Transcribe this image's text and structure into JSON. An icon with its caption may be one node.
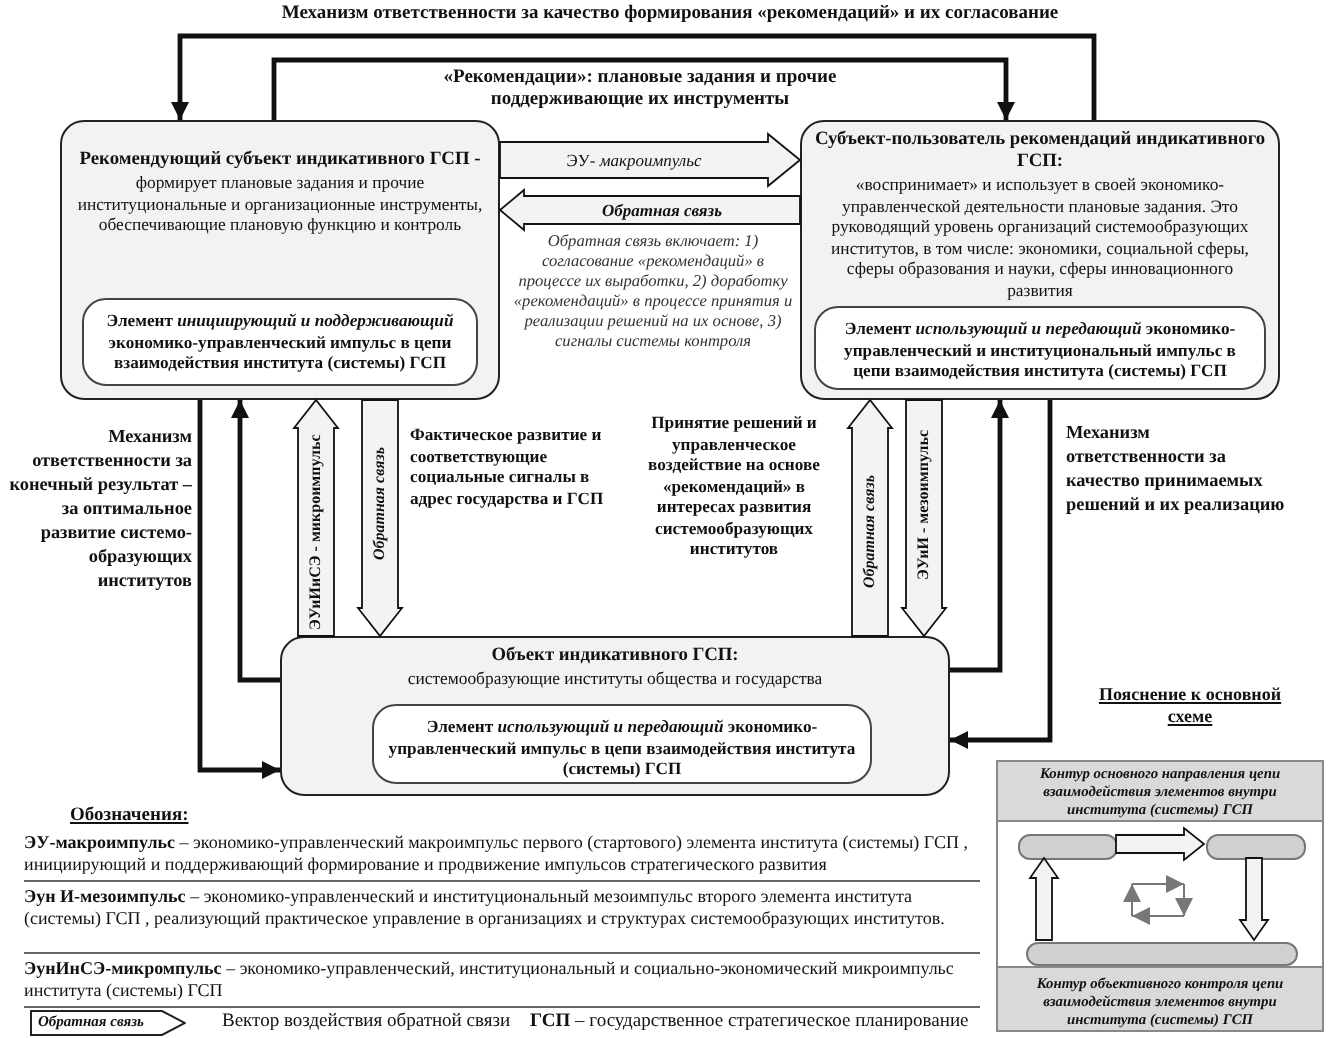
{
  "diagram": {
    "nodes": [
      {
        "text": [
          "Рекомендующий субъект индикативного ГСП -",
          "формирует плановые задания и прочие институциональные и организационные инструменты, обеспечивающие плановую функцию и контроль"
        ]
      },
      {
        "text": [
          "Элемент *инициирующий и поддерживающий* экономико-управленческий импульс в цепи взаимодействия института (системы) ГСП"
        ],
        "in": 0
      },
      {
        "text": [
          "Субъект-пользователь рекомендаций индикативного ГСП:",
          "«воспринимает» и использует в своей экономико-управленческой деятельности плановые задания. Это руководящий уровень организаций системообразующих институтов, в том числе: экономики, социальной сферы, сферы образования и науки, сферы инновационного развития"
        ]
      },
      {
        "text": [
          "Элемент *использующий и передающий* экономико-управленческий и институциональный импульс в цепи взаимодействия института (системы) ГСП"
        ],
        "in": 2
      },
      {
        "text": [
          "Объект индикативного ГСП:",
          "системообразующие институты общества и государства"
        ]
      },
      {
        "text": [
          "Элемент *использующий и передающий* экономико-управленческий импульс в цепи взаимодействия института (системы) ГСП"
        ],
        "in": 4
      },
      {
        "text": [
          "Обратная связь"
        ],
        "beside": [
          "Вектор воздействия обратной связи"
        ]
      },
      {
        "text": [
          "Контур основного направления цепи взаимодействия элементов внутри института (системы) ГСП",
          "Контур объективного контроля цепи взаимодействия элементов внутри института (системы) ГСП"
        ]
      },
      {
        "text": [],
        "shape": "box",
        "in": 7
      },
      {
        "text": [],
        "shape": "box",
        "in": 7
      },
      {
        "text": [],
        "shape": "box",
        "in": 7
      }
    ],
    "edges": [
      {
        "from": 2,
        "to": 0,
        "arrow": "to",
        "label": "Механизм ответственности за качество формирования «рекомендаций» и их согласование"
      },
      {
        "from": 0,
        "to": 2,
        "arrow": "to",
        "label": "«Рекомендации»: плановые задания и прочие поддерживающие их инструменты"
      },
      {
        "from": 0,
        "to": 2,
        "arrow": "to",
        "label": "ЭУ- *макроимпульс*"
      },
      {
        "from": 2,
        "to": 0,
        "arrow": "to",
        "label": "Обратная связь"
      },
      {
        "from": 0,
        "to": 4,
        "arrow": "to",
        "label": "Механизм ответственности за конечный результат – за оптимальное развитие системо-образующих институтов"
      },
      {
        "from": 4,
        "to": 0,
        "arrow": "to"
      },
      {
        "from": 4,
        "to": 0,
        "arrow": "to",
        "label": "ЭУиИиСЭ - микроимпульс"
      },
      {
        "from": 0,
        "to": 4,
        "arrow": "to",
        "label": "Обратная связь"
      },
      {
        "from": 4,
        "to": 2,
        "arrow": "to",
        "label": "Обратная связь"
      },
      {
        "from": 2,
        "to": 4,
        "arrow": "to",
        "label": "ЭУиИ - мезоимпульс"
      },
      {
        "from": 2,
        "to": 4,
        "arrow": "to",
        "label": "Механизм ответственности за качество принимаемых решений и их реализацию"
      },
      {
        "from": 4,
        "to": 2,
        "arrow": "to"
      },
      {
        "from": 8,
        "to": 9,
        "arrow": "to"
      },
      {
        "from": 9,
        "to": 10,
        "arrow": "to"
      },
      {
        "from": 10,
        "to": 8,
        "arrow": "to"
      }
    ],
    "labels": [
      "Обратная связь включает: 1) согласование «рекомендаций» в процессе их выработки, 2) доработку «рекомендаций» в процессе принятия и реализации решений на их основе, 3) сигналы системы контроля",
      "Фактическое развитие и соответствующие социальные сигналы в адрес государства и ГСП",
      "Принятие решений и управленческое воздействие на основе «рекомендаций» в интересах развития системообразующих институтов",
      "Пояснение к основной схеме",
      "Обозначения:",
      "**ЭУ-макроимпульс** – экономико-управленческий макроимпульс первого (стартового) элемента института (системы) ГСП , инициирующий и поддерживающий формирование и продвижение импульсов стратегического развития",
      "**Эун И-мезоимпульс** – экономико-управленческий и институциональный мезоимпульс второго элемента института (системы) ГСП , реализующий практическое управление в организациях и структурах системообразующих институтов.",
      "**ЭунИнСЭ-микромпульс** – экономико-управленческий, институциональный и социально-экономический микроимпульс института (системы) ГСП",
      "**ГСП** – государственное стратегическое планирование"
    ]
  }
}
